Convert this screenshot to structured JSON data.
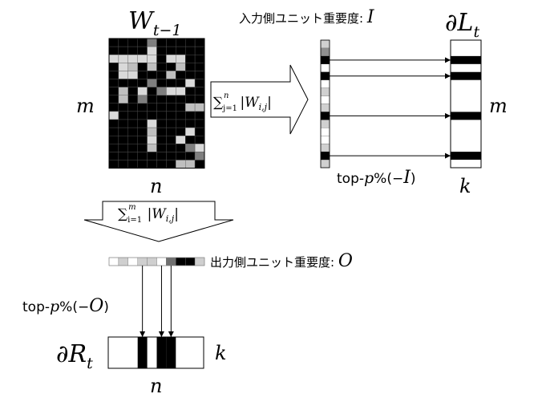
{
  "matrix": {
    "title_main": "W",
    "title_sub": "t−1",
    "rows_label": "m",
    "cols_label": "n",
    "rows": 16,
    "cols": 10,
    "colors": {
      "zero": "#000000",
      "light": "#d9d9d9",
      "mid": "#bfbfbf",
      "dark": "#7f7f7f",
      "grid": "#555555"
    },
    "cells": [
      "0000300000",
      "0000100000",
      "1111101100",
      "0120200200",
      "0110002000",
      "0000300010",
      "0201031100",
      "0203000000",
      "0000000022",
      "1000000000",
      "0000100000",
      "0000200010",
      "0000100100",
      "0000200031",
      "0000000003",
      "0000000220"
    ]
  },
  "row_sum": {
    "formula_left": "∑",
    "formula_upper": "n",
    "formula_lower": "j=1",
    "formula_body": "|W",
    "formula_body_sub": "i,j",
    "formula_close": "|"
  },
  "input_importance": {
    "label": "入力側ユニット重要度: ",
    "symbol": "I",
    "vector": "1200101010100101",
    "selected_rows": [
      2,
      4,
      9,
      14
    ]
  },
  "dL": {
    "title_main": "∂L",
    "title_sub": "t",
    "rows_label": "m",
    "cols_label": "k",
    "topp_label": "top-",
    "topp_p": "p",
    "topp_pct": "%(−",
    "topp_sym": "I",
    "topp_close": ")"
  },
  "col_sum": {
    "formula_left": "∑",
    "formula_upper": "m",
    "formula_lower": "i=1",
    "formula_body": "|W",
    "formula_body_sub": "i,j",
    "formula_close": "|"
  },
  "output_importance": {
    "label": "出力側ユニット重要度: ",
    "symbol": "O",
    "vector": "0101102221",
    "selected_cols": [
      3,
      5,
      6
    ]
  },
  "dR": {
    "title_main": "∂R",
    "title_sub": "t",
    "cols_label": "n",
    "side_label": "k",
    "topp_label": "top-",
    "topp_p": "p",
    "topp_pct": "%(−",
    "topp_sym": "O",
    "topp_close": ")"
  }
}
